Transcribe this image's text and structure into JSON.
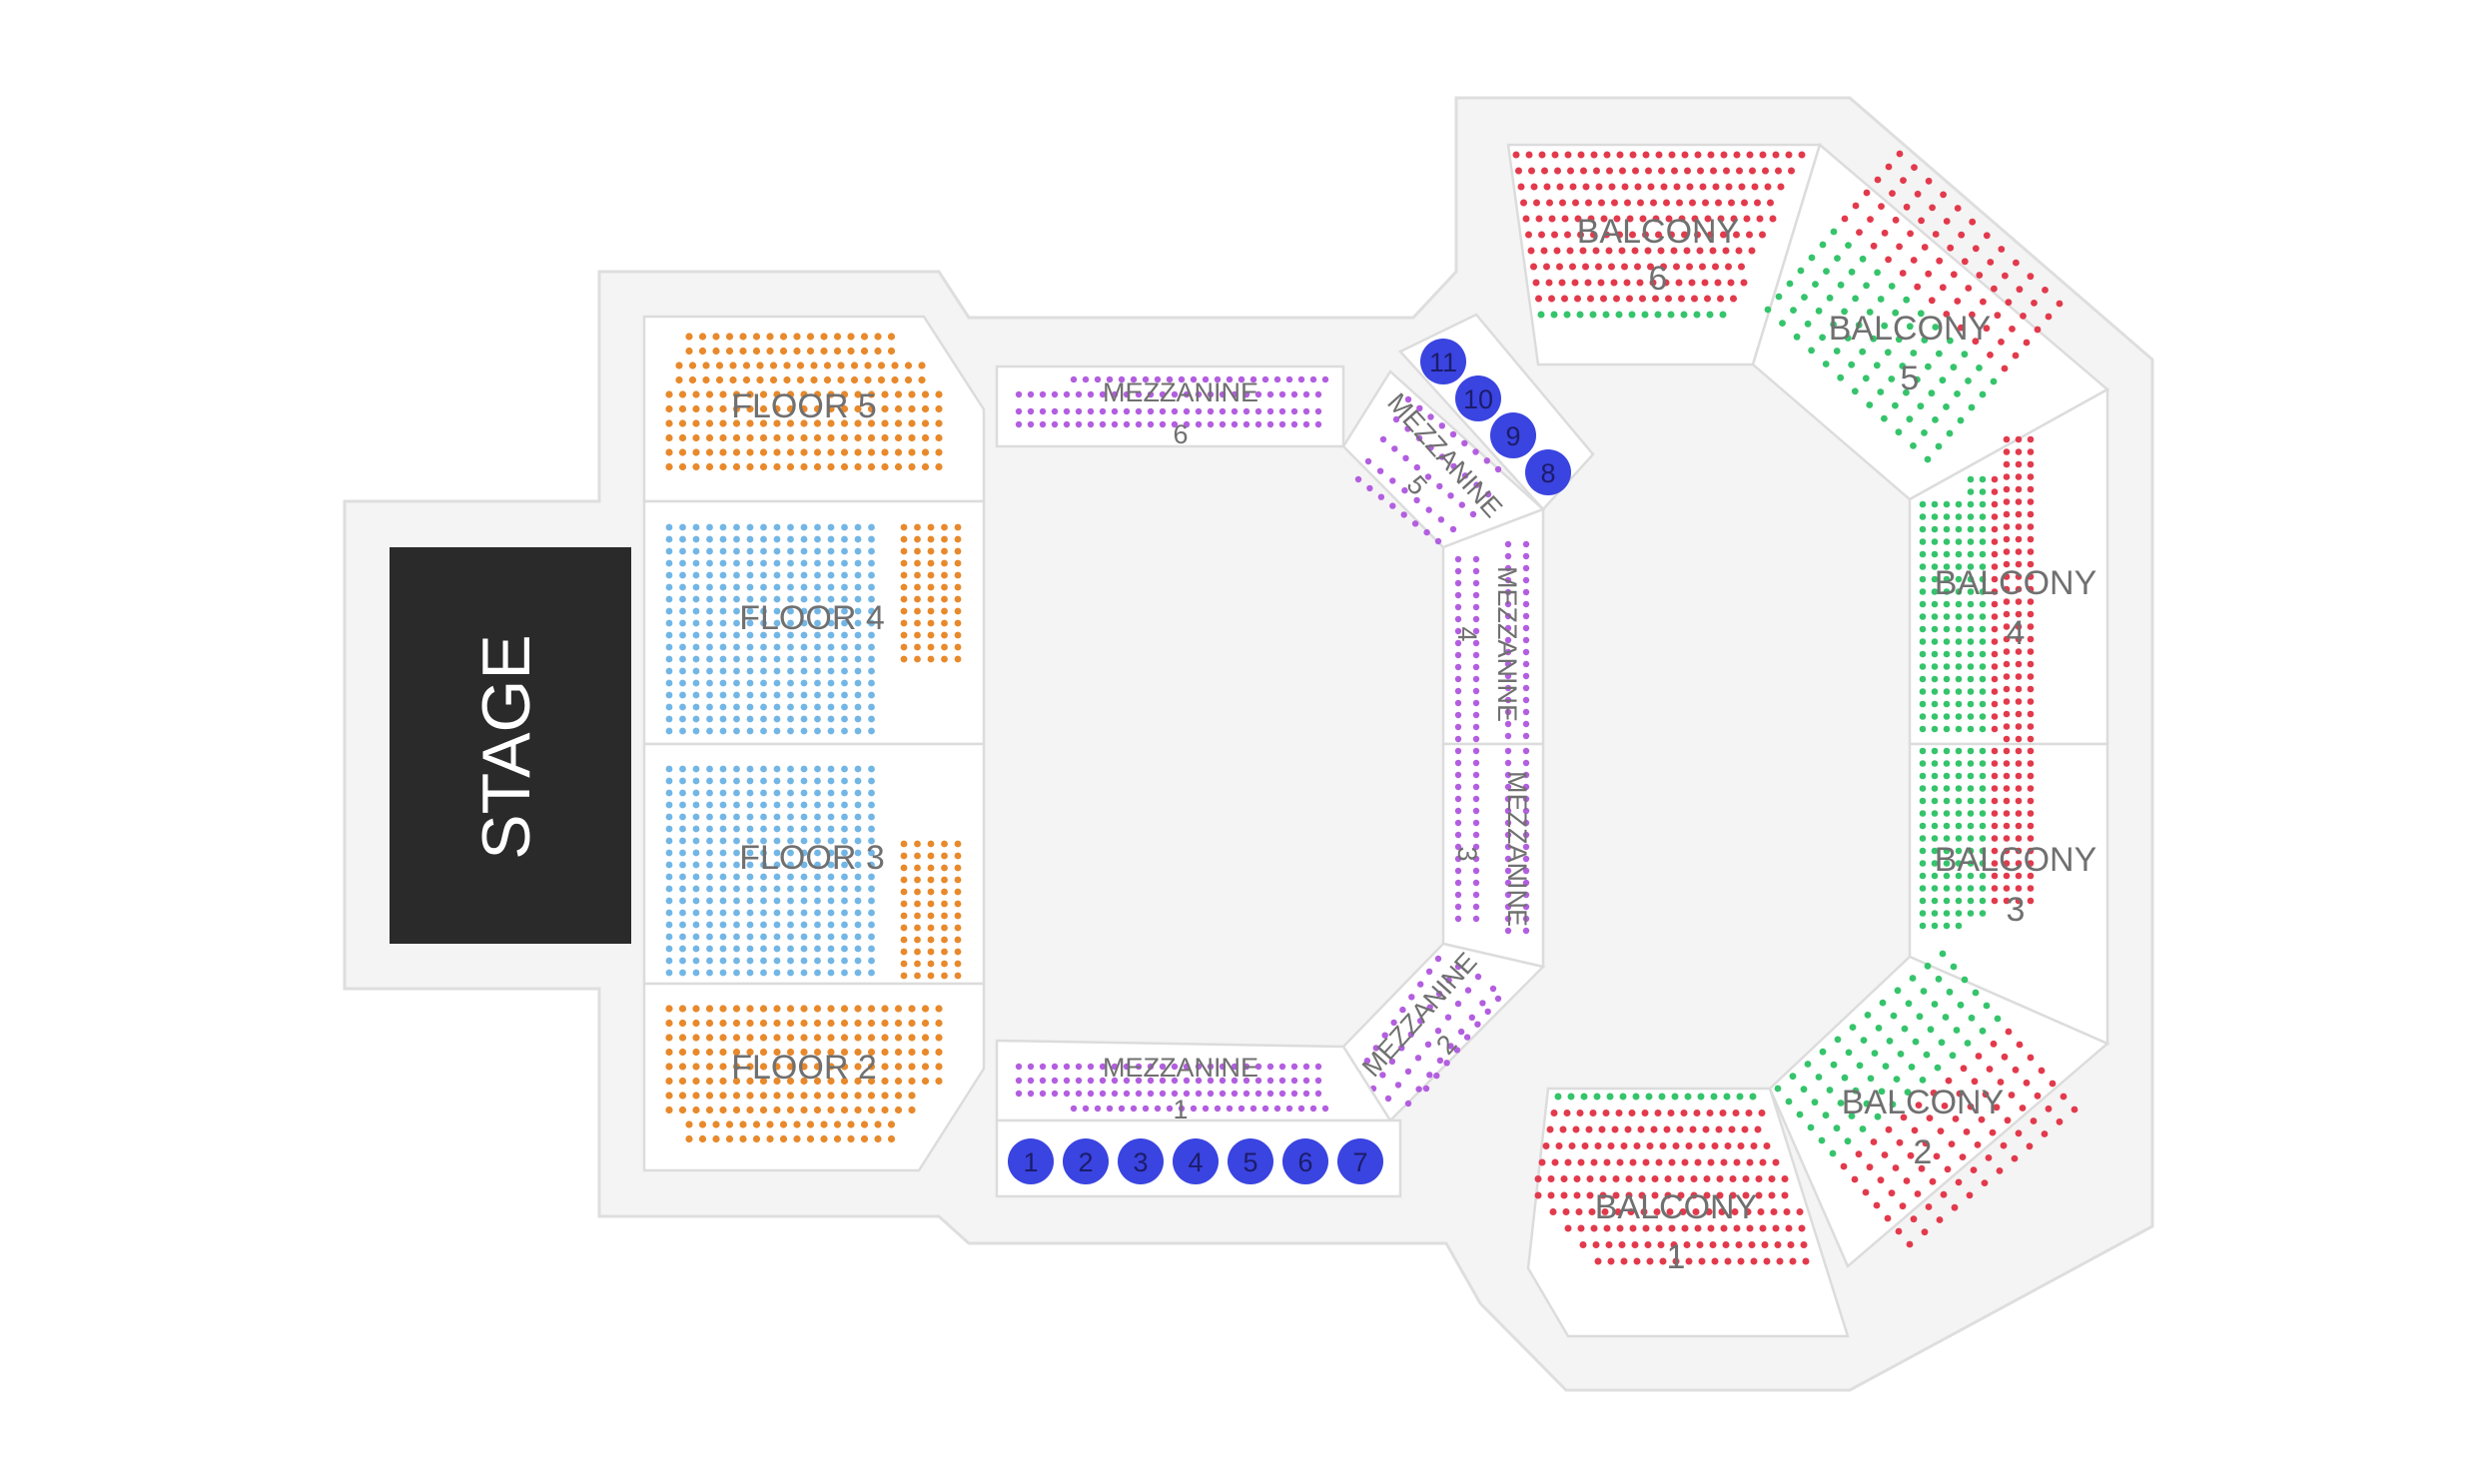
{
  "stage": {
    "label": "STAGE"
  },
  "colors": {
    "floor_orange": "#e8892b",
    "floor_blue": "#72b6e6",
    "mezzanine_purple": "#b35ee0",
    "balcony_red": "#e23a4c",
    "balcony_green": "#35c46b",
    "box_blue": "#3a44e0",
    "stage": "#2a2a2a",
    "venue_bg": "#f4f4f4"
  },
  "floor": {
    "f5": {
      "label": "FLOOR 5"
    },
    "f4": {
      "label": "FLOOR 4"
    },
    "f3": {
      "label": "FLOOR 3"
    },
    "f2": {
      "label": "FLOOR 2"
    }
  },
  "mezzanine": {
    "m6": {
      "line1": "MEZZANINE",
      "line2": "6"
    },
    "m5": {
      "line1": "MEZZANINE",
      "line2": "5"
    },
    "m4": {
      "line1": "MEZZANINE",
      "line2": "4"
    },
    "m3": {
      "line1": "MEZZANINE",
      "line2": "3"
    },
    "m2": {
      "line1": "MEZZANINE",
      "line2": "2"
    },
    "m1": {
      "line1": "MEZZANINE",
      "line2": "1"
    }
  },
  "balcony": {
    "b6": {
      "line1": "BALCONY",
      "line2": "6"
    },
    "b5": {
      "line1": "BALCONY",
      "line2": "5"
    },
    "b4": {
      "line1": "BALCONY",
      "line2": "4"
    },
    "b3": {
      "line1": "BALCONY",
      "line2": "3"
    },
    "b2": {
      "line1": "BALCONY",
      "line2": "2"
    },
    "b1": {
      "line1": "BALCONY",
      "line2": "1"
    }
  },
  "boxes_bottom": [
    "1",
    "2",
    "3",
    "4",
    "5",
    "6",
    "7"
  ],
  "boxes_top": [
    "11",
    "10",
    "9",
    "8"
  ]
}
